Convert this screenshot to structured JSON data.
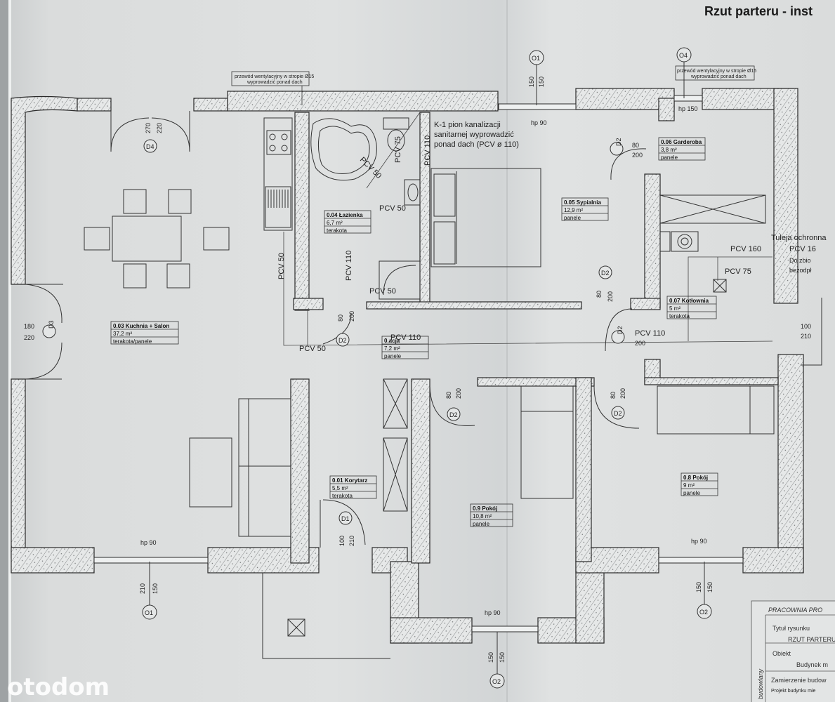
{
  "header": {
    "title": "Rzut parteru - inst"
  },
  "watermark": "otodom",
  "axes": {
    "o1_top": "O1",
    "o4_top": "O4",
    "o1_bottom": "O1",
    "o2_bottom_mid": "O2",
    "o2_bottom_right": "O2"
  },
  "notes": {
    "vent_left_1": "przewód wentylacyjny w stropie Ø15",
    "vent_left_2": "wyprowadzić ponad dach",
    "vent_right_1": "przewód wentylacyjny w stropie Ø15",
    "vent_right_2": "wyprowadzić ponad dach",
    "k1_1": "K-1 pion kanalizacji",
    "k1_2": "sanitarnej wyprowadzić",
    "k1_3": "ponad dach (PCV ø 110)",
    "tuleja": "Tuleja ochronna",
    "pcv16": "PCV 16",
    "do_zbio": "Do zbio",
    "bezodp": "bezodpł"
  },
  "rooms": [
    {
      "id": "kuchnia",
      "name": "0.03 Kuchnia + Salon",
      "area": "37,2 m²",
      "floor": "terakota/panele"
    },
    {
      "id": "lazienka",
      "name": "0.04 Łazienka",
      "area": "6,7 m²",
      "floor": "terakota"
    },
    {
      "id": "sypialnia",
      "name": "0.05 Sypialnia",
      "area": "12,9 m²",
      "floor": "panele"
    },
    {
      "id": "garderoba",
      "name": "0.06 Garderoba",
      "area": "3,8 m²",
      "floor": "panele"
    },
    {
      "id": "kotlownia",
      "name": "0.07 Kotłownia",
      "area": "5 m²",
      "floor": "terakota"
    },
    {
      "id": "komunikacja",
      "name": "0.acja",
      "area": "7,2 m²",
      "floor": "panele"
    },
    {
      "id": "korytarz",
      "name": "0.01 Korytarz",
      "area": "5,5 m²",
      "floor": "terakota"
    },
    {
      "id": "pokoj9",
      "name": "0.9 Pokój",
      "area": "10,8 m²",
      "floor": "panele"
    },
    {
      "id": "pokoj8",
      "name": "0.8 Pokój",
      "area": "9 m²",
      "floor": "panele"
    }
  ],
  "doors": {
    "d4": "D4",
    "d3": "D3",
    "d1": "D1",
    "d2": "D2"
  },
  "dims": {
    "d4_a": "270",
    "d4_b": "220",
    "d3_a": "180",
    "d3_b": "220",
    "d1_a": "100",
    "d1_b": "210",
    "d2_80": "80",
    "d2_200": "200",
    "o1_a": "150",
    "o1_b": "150",
    "o1b_a": "210",
    "o1b_b": "150",
    "o2_a": "150",
    "o2_b": "150",
    "right_a": "100",
    "right_b": "210",
    "hp90": "hp 90",
    "hp150": "hp 150"
  },
  "pipes": {
    "pcv50": "PCV 50",
    "pcv75": "PCV 75",
    "pcv110": "PCV 110",
    "pcv160": "PCV 160"
  },
  "titleblock": {
    "pracownia": "PRACOWNIA PRO",
    "tytul": "Tytuł rysunku",
    "rzut": "RZUT PARTERU",
    "obiekt": "Obiekt",
    "budynek": "Budynek m",
    "zamierzenie": "Zamierzenie budow",
    "projekt": "Projekt budynku mie",
    "budowlany": "budowlany"
  }
}
